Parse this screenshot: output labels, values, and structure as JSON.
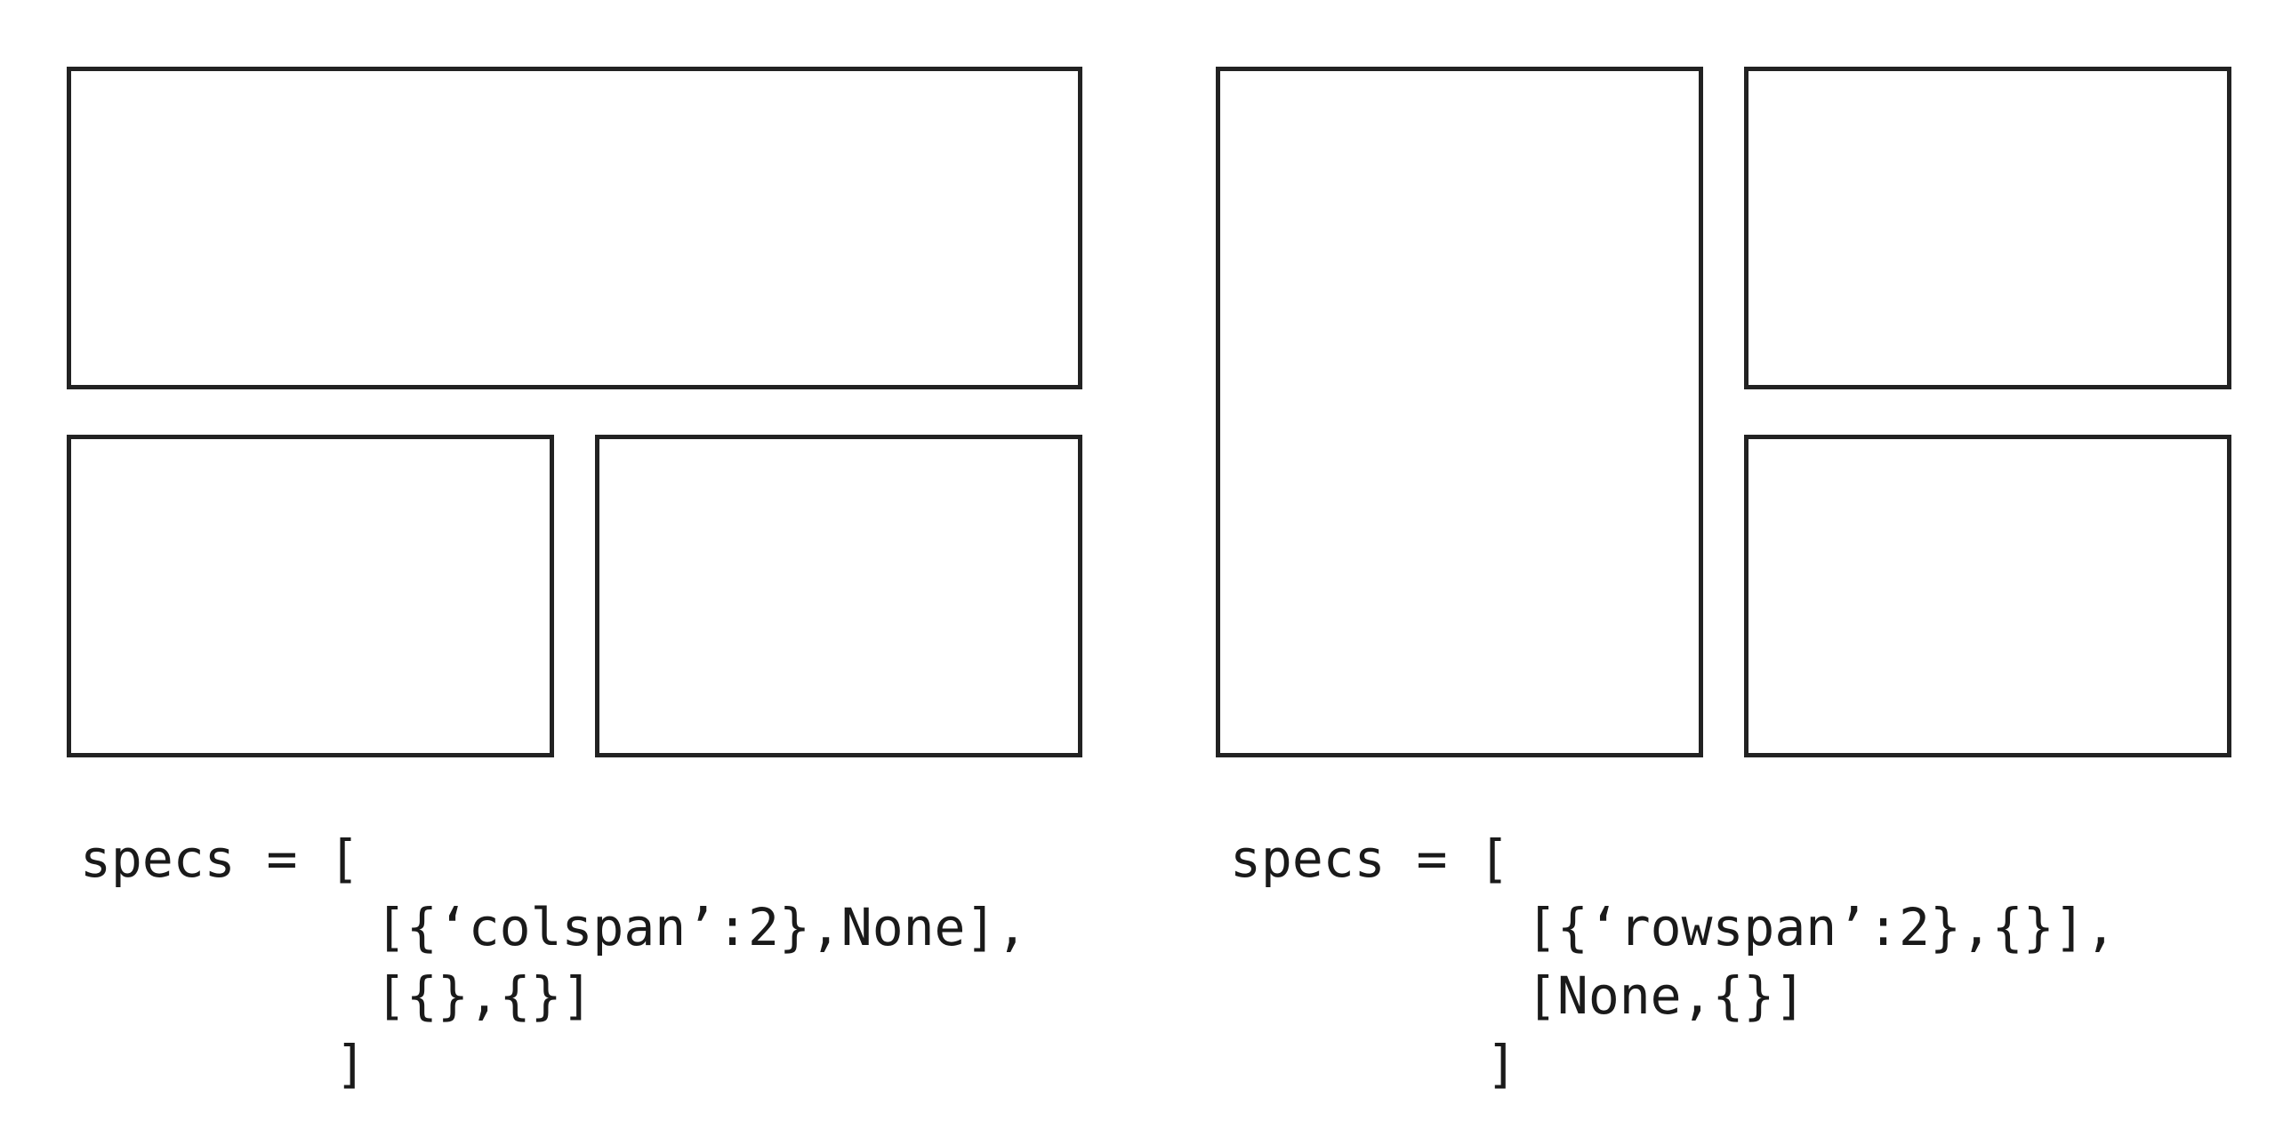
{
  "left_example": {
    "panels": [
      "colspan-cell",
      "bottom-left-cell",
      "bottom-right-cell"
    ],
    "code": [
      "specs = [",
      "[{‘colspan’:2},None],",
      "[{},{}]",
      "]"
    ]
  },
  "right_example": {
    "panels": [
      "rowspan-cell",
      "top-right-cell",
      "bottom-right-cell"
    ],
    "code": [
      "specs = [",
      "[{‘rowspan’:2},{}],",
      "[None,{}]",
      "]"
    ]
  },
  "colors": {
    "border": "#222222",
    "background": "#ffffff",
    "text": "#1a1a1a"
  }
}
